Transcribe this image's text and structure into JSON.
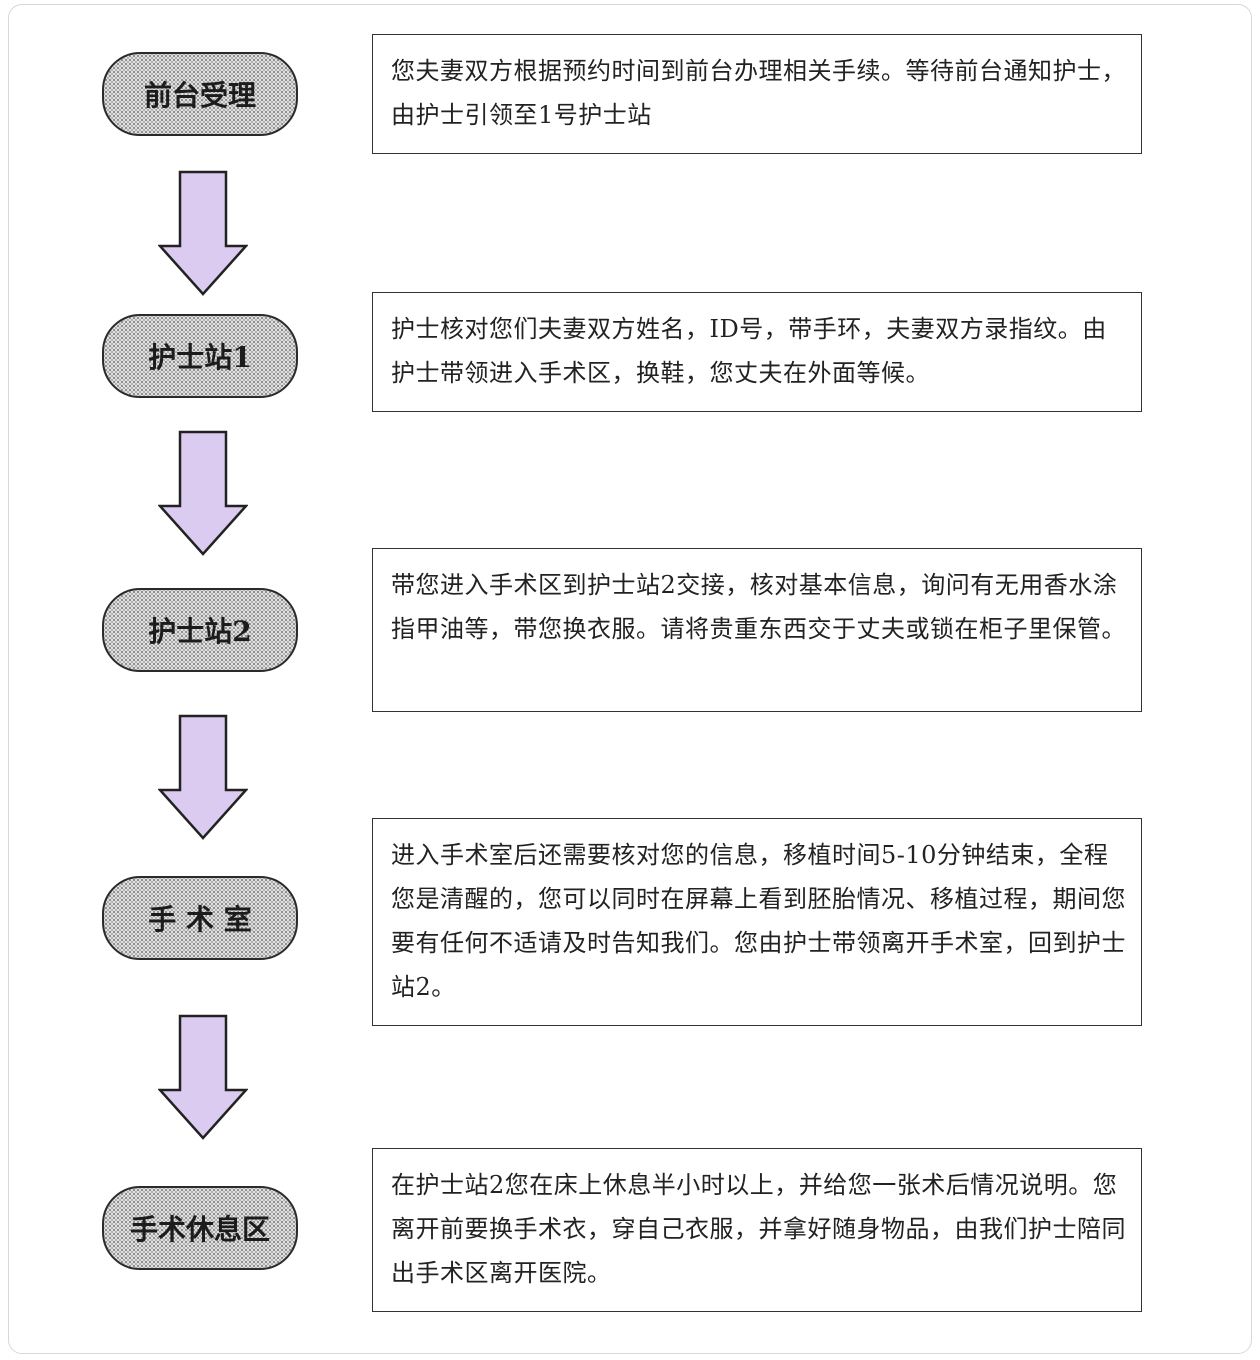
{
  "steps": [
    {
      "label": "前台受理",
      "description": "您夫妻双方根据预约时间到前台办理相关手续。等待前台通知护士，由护士引领至1号护士站"
    },
    {
      "label": "护士站1",
      "description": "护士核对您们夫妻双方姓名，ID号，带手环，夫妻双方录指纹。由护士带领进入手术区，换鞋，您丈夫在外面等候。"
    },
    {
      "label": "护士站2",
      "description": "带您进入手术区到护士站2交接，核对基本信息，询问有无用香水涂指甲油等，带您换衣服。请将贵重东西交于丈夫或锁在柜子里保管。"
    },
    {
      "label": "手 术 室",
      "description": "进入手术室后还需要核对您的信息，移植时间5-10分钟结束，全程您是清醒的，您可以同时在屏幕上看到胚胎情况、移植过程，期间您要有任何不适请及时告知我们。您由护士带领离开手术室，回到护士站2。"
    },
    {
      "label": "手术休息区",
      "description": "在护士站2您在床上休息半小时以上，并给您一张术后情况说明。您离开前要换手术衣，穿自己衣服，并拿好随身物品，由我们护士陪同出手术区离开医院。"
    }
  ],
  "colors": {
    "arrow_fill": "#dccbf0",
    "arrow_stroke": "#222222",
    "pill_fill": "#e2e2e2"
  }
}
